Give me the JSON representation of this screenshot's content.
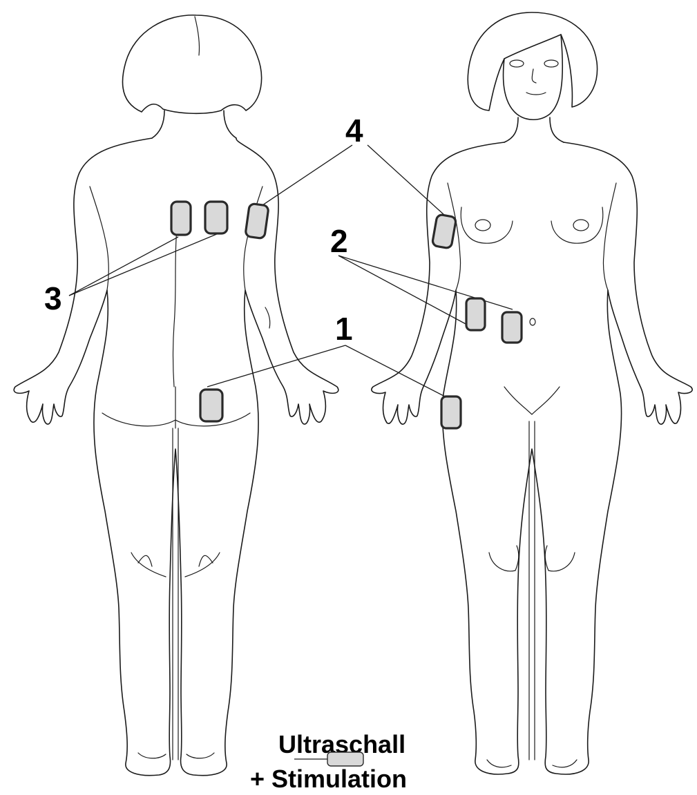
{
  "labels": {
    "one": "1",
    "two": "2",
    "three": "3",
    "four": "4"
  },
  "legend": {
    "line1": "Ultraschall",
    "line2": "+ Stimulation"
  },
  "colors": {
    "pad_fill": "#d9d9d9",
    "pad_stroke": "#2a2a2a",
    "line": "#1a1a1a"
  }
}
